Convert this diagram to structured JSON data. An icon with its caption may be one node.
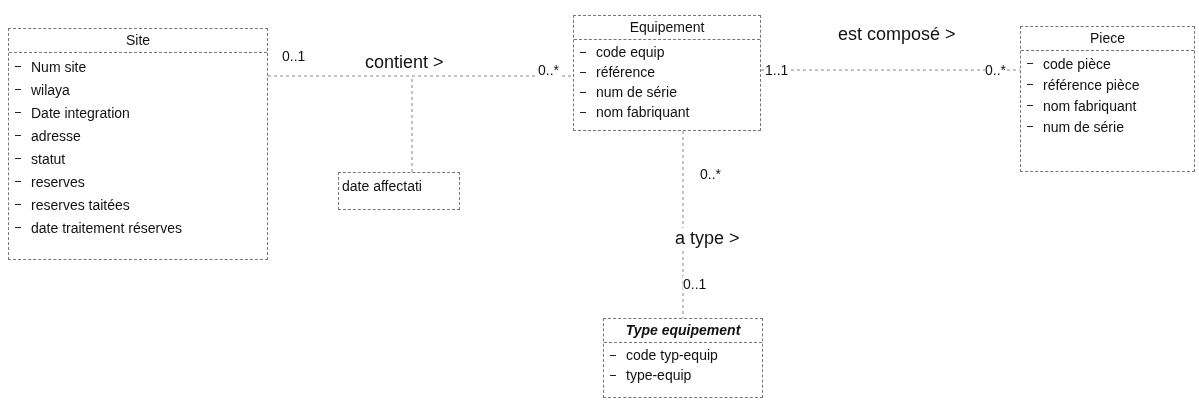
{
  "diagram": {
    "nodes": [
      {
        "text": [
          "Site",
          "Num site",
          "wilaya",
          "Date integration",
          "adresse",
          "statut",
          "reserves",
          "reserves taitées",
          "date traitement réserves"
        ]
      },
      {
        "text": [
          "Equipement",
          "code equip",
          "référence",
          "num de série",
          "nom fabriquant"
        ]
      },
      {
        "text": [
          "Piece",
          "code pièce",
          "référence pièce",
          "nom fabriquant",
          "num de série"
        ]
      },
      {
        "text": [
          "Type equipement",
          "code typ-equip",
          "type-equip"
        ]
      },
      {
        "text": [
          "date affectati"
        ]
      }
    ],
    "edges": [
      {
        "from": 0,
        "to": 1,
        "arrow": "none",
        "label": "contient >"
      },
      {
        "from": 1,
        "to": 2,
        "arrow": "none",
        "label": "est composé >"
      },
      {
        "from": 1,
        "to": 3,
        "arrow": "none",
        "label": "a type >"
      },
      {
        "from": 4,
        "to": null,
        "arrow": "none"
      }
    ],
    "labels": [
      "0..1",
      "0..*",
      "1..1",
      "0..*",
      "0..*",
      "0..1"
    ]
  }
}
